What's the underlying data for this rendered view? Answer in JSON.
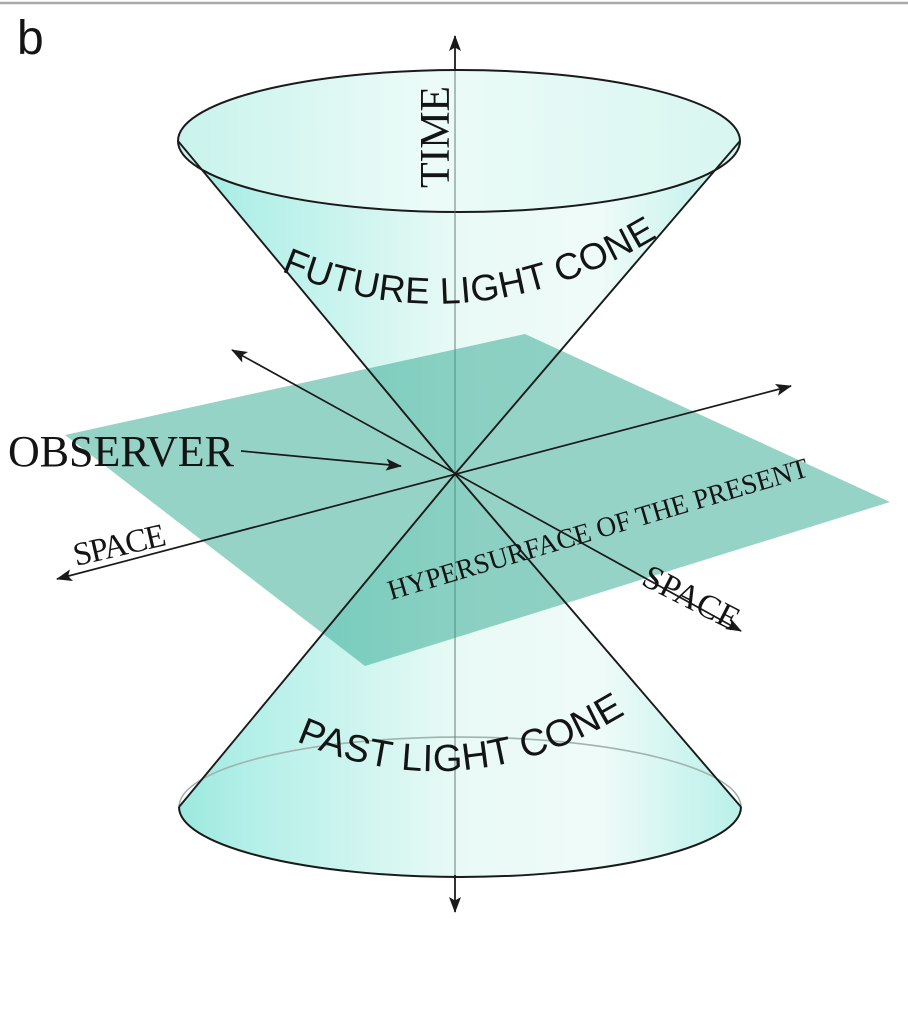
{
  "panel": {
    "label": "b"
  },
  "labels": {
    "time_axis": "TIME",
    "future_light_cone": "FUTURE LIGHT CONE",
    "observer": "OBSERVER",
    "space_left": "SPACE",
    "space_right": "SPACE",
    "hypersurface": "HYPERSURFACE OF THE PRESENT",
    "past_light_cone": "PAST LIGHT CONE"
  },
  "colors": {
    "background": "#ffffff",
    "edge": "#1a1a1a",
    "cone_cyan_left": "#9be9dd",
    "cone_cyan_mid": "#b2efe8",
    "cone_light": "#e9faf6",
    "cone_lighter": "#effbf8",
    "cone_cyan_right": "#b9f0e9",
    "cap_cyan": "#c8f3ec",
    "cap_light": "#ecfbf8",
    "cap_cyan_right": "#d8f6f0",
    "plane": "rgba(36,164,138,0.48)",
    "hidden_rim": "#9fb4ae",
    "axis_grey": "#5d726d",
    "top_rule": "#a8a8a8",
    "text": "#141414"
  }
}
